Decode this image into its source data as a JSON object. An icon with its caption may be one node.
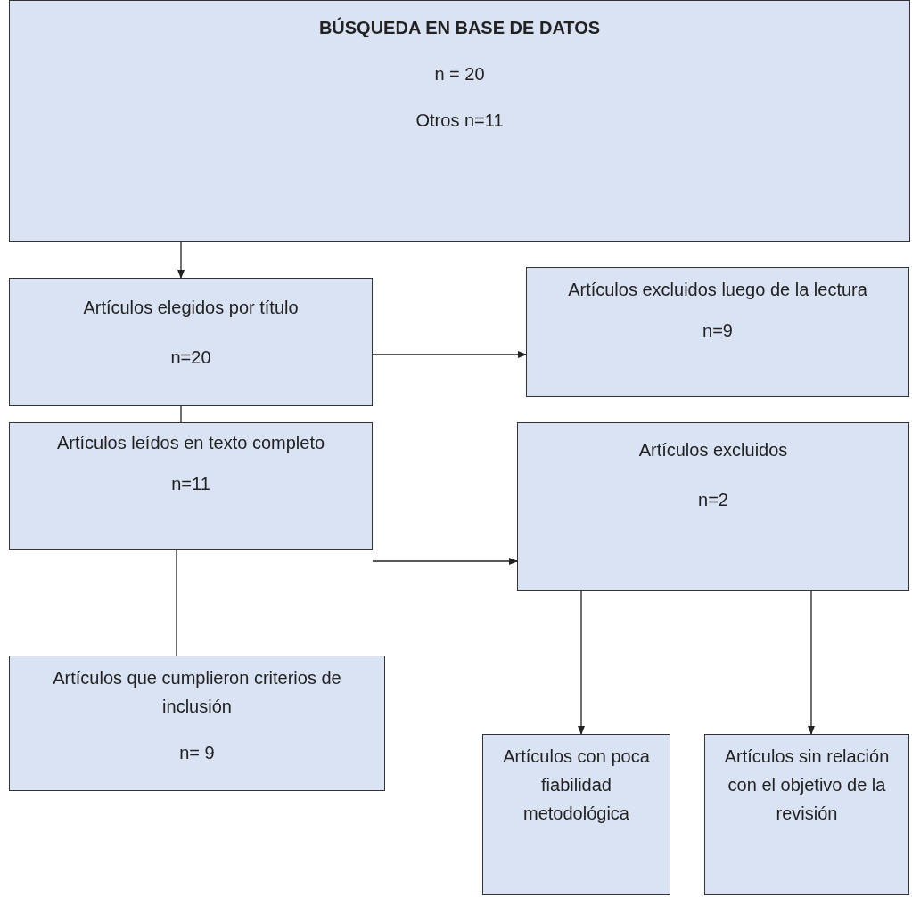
{
  "diagram": {
    "nodes": [
      {
        "text": [
          "BÚSQUEDA EN BASE DE DATOS",
          "n = 20",
          "Otros n=11"
        ]
      },
      {
        "text": [
          "Artículos elegidos por título",
          "n=20"
        ]
      },
      {
        "text": [
          "Artículos excluidos luego de la lectura",
          "n=9"
        ]
      },
      {
        "text": [
          "Artículos leídos en texto completo",
          "n=11"
        ]
      },
      {
        "text": [
          "Artículos excluidos",
          "n=2"
        ]
      },
      {
        "text": [
          "Artículos que cumplieron criterios de inclusión",
          "n= 9"
        ]
      },
      {
        "text": [
          "Artículos con poca fiabilidad metodológica"
        ]
      },
      {
        "text": [
          "Artículos sin relación con el objetivo de la revisión"
        ]
      }
    ],
    "edges": [
      {
        "from": 0,
        "to": 1,
        "arrow": "to"
      },
      {
        "from": 1,
        "to": 2,
        "arrow": "to"
      },
      {
        "from": 1,
        "to": 3,
        "arrow": "none"
      },
      {
        "from": 3,
        "to": 4,
        "arrow": "to"
      },
      {
        "from": 3,
        "to": 5,
        "arrow": "none"
      },
      {
        "from": 4,
        "to": 6,
        "arrow": "to"
      },
      {
        "from": 4,
        "to": 7,
        "arrow": "to"
      }
    ]
  }
}
